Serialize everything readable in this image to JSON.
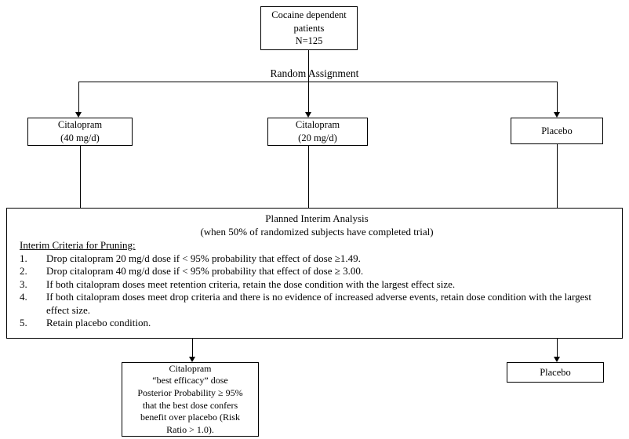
{
  "diagram": {
    "top_box": {
      "line1": "Cocaine dependent",
      "line2": "patients",
      "line3": "N=125"
    },
    "random_assignment_label": "Random Assignment",
    "arm_left": {
      "line1": "Citalopram",
      "line2": "(40 mg/d)"
    },
    "arm_mid": {
      "line1": "Citalopram",
      "line2": "(20 mg/d)"
    },
    "arm_right": {
      "label": "Placebo"
    },
    "interim": {
      "title": "Planned Interim Analysis",
      "subtitle": "(when 50% of randomized subjects have completed trial)",
      "criteria_heading": "Interim Criteria for Pruning:",
      "items": [
        {
          "num": "1.",
          "text": "Drop citalopram 20 mg/d dose if < 95% probability that effect of dose ≥1.49."
        },
        {
          "num": "2.",
          "text": "Drop citalopram 40 mg/d dose if < 95% probability that effect of dose ≥ 3.00."
        },
        {
          "num": "3.",
          "text": "If both citalopram doses meet retention criteria, retain the dose condition with the largest effect size."
        },
        {
          "num": "4.",
          "text": "If both citalopram doses meet drop criteria and there is no evidence of increased adverse events, retain dose condition with the largest effect size."
        },
        {
          "num": "5.",
          "text": "Retain placebo condition."
        }
      ]
    },
    "outcome_left": {
      "line1": "Citalopram",
      "line2": "“best efficacy” dose",
      "line3": "Posterior Probability ≥ 95%",
      "line4": "that the best dose confers",
      "line5": "benefit over placebo (Risk",
      "line6": "Ratio > 1.0)."
    },
    "outcome_right": {
      "label": "Placebo"
    }
  }
}
